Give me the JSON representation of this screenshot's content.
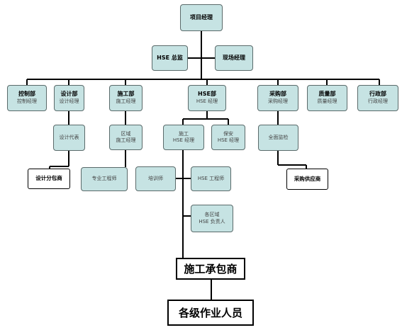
{
  "org_chart": {
    "project_manager": "项目经理",
    "hse_director": "HSE 总监",
    "site_manager": "现场经理",
    "departments": [
      {
        "name": "控制部",
        "engineer": "控制经理"
      },
      {
        "name": "设计部",
        "engineer": "设计经理"
      },
      {
        "name": "施工部",
        "engineer": "施工经理"
      },
      {
        "name": "HSE部",
        "engineer": "HSE 经理"
      },
      {
        "name": "采购部",
        "engineer": "采购经理"
      },
      {
        "name": "质量部",
        "engineer": "质量经理"
      },
      {
        "name": "行政部",
        "engineer": "行政经理"
      }
    ],
    "design_rep": "设计代表",
    "design_subcontractor": "设计分包商",
    "area_construction": [
      "区域",
      "施工经理"
    ],
    "professional_engineer": "专业工程师",
    "construction_hse": [
      "施工",
      "HSE 经理"
    ],
    "health_hse": [
      "保安",
      "HSE 经理"
    ],
    "trainer": "培训师",
    "hse_engineer": "HSE 工程师",
    "area_hse_lead": [
      "各区域",
      "HSE 负责人"
    ],
    "full_inspector": "全面监检",
    "procurement_supplier": "采购供应商",
    "construction_contractor": "施工承包商",
    "workers": "各级作业人员"
  }
}
